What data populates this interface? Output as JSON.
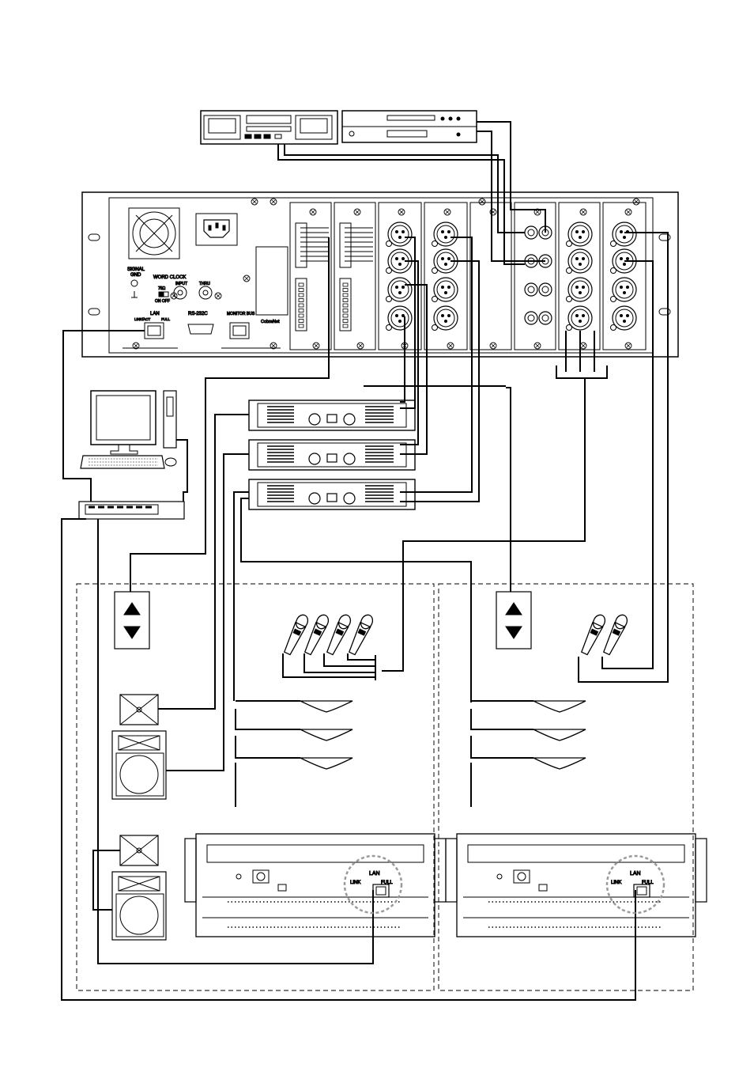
{
  "labels": {
    "signal_gnd_1": "SIGNAL",
    "signal_gnd_2": "GND",
    "word_clock": "WORD CLOCK",
    "wc_input": "INPUT",
    "wc_thru": "THRU",
    "ohm": "75Ω",
    "on_off": "ON OFF",
    "lan": "LAN",
    "link_act": "LINK/ACT",
    "full": "FULL",
    "rs232c": "RS-232C",
    "monitor_bus": "MONITOR BUS",
    "cobranet": "CobraNet",
    "lan_remote_left": "LAN",
    "link_left": "LINK",
    "full_left": "FULL",
    "lan_remote_right": "LAN",
    "link_right": "LINK",
    "full_right": "FULL"
  },
  "colors": {
    "line": "#000000",
    "zone_border": "#333333",
    "highlight_circle": "#9a9a9a",
    "fill": "#ffffff"
  },
  "icons": {
    "fan": "fan-icon",
    "power": "power-inlet-icon",
    "bnc": "bnc-connector-icon",
    "rj45": "rj45-port-icon",
    "db9": "db9-port-icon",
    "xlr": "xlr-connector-icon",
    "rca": "rca-jack-icon",
    "mic": "microphone-icon",
    "speaker_ceiling": "ceiling-speaker-icon",
    "speaker_cabinet": "speaker-cabinet-icon",
    "horn": "horn-tweeter-icon",
    "volume": "volume-control-icon",
    "pc": "computer-icon",
    "hub": "network-hub-icon",
    "amp": "power-amplifier-icon",
    "recorder": "cassette-deck-icon",
    "cd": "cd-player-icon"
  }
}
